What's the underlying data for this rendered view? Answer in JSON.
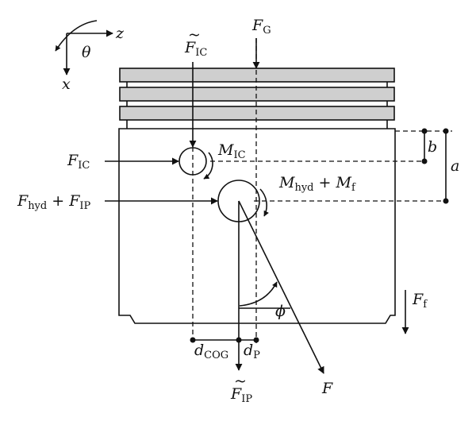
{
  "labels": {
    "axis_z": "z",
    "axis_x": "x",
    "theta": "θ",
    "FG": {
      "main": "F",
      "sub": "G"
    },
    "FIC_tilde": {
      "main": "F",
      "sub": "IC"
    },
    "FIC": {
      "main": "F",
      "sub": "IC"
    },
    "MIC": {
      "main": "M",
      "sub": "IC"
    },
    "b": "b",
    "a": "a",
    "Fhyd_FIP": {
      "m1": "F",
      "s1": "hyd",
      "op": " + ",
      "m2": "F",
      "s2": "IP"
    },
    "Mhyd_Mf": {
      "m1": "M",
      "s1": "hyd",
      "op": " + ",
      "m2": "M",
      "s2": "f"
    },
    "phi": "ϕ",
    "Ff": {
      "main": "F",
      "sub": "f"
    },
    "dCOG": {
      "main": "d",
      "sub": "COG"
    },
    "dP": {
      "main": "d",
      "sub": "P"
    },
    "FIP_tilde": {
      "main": "F",
      "sub": "IP"
    },
    "F": "F"
  },
  "colors": {
    "ink": "#111111",
    "ring_fill": "#cfcfcf",
    "background": "#ffffff"
  }
}
